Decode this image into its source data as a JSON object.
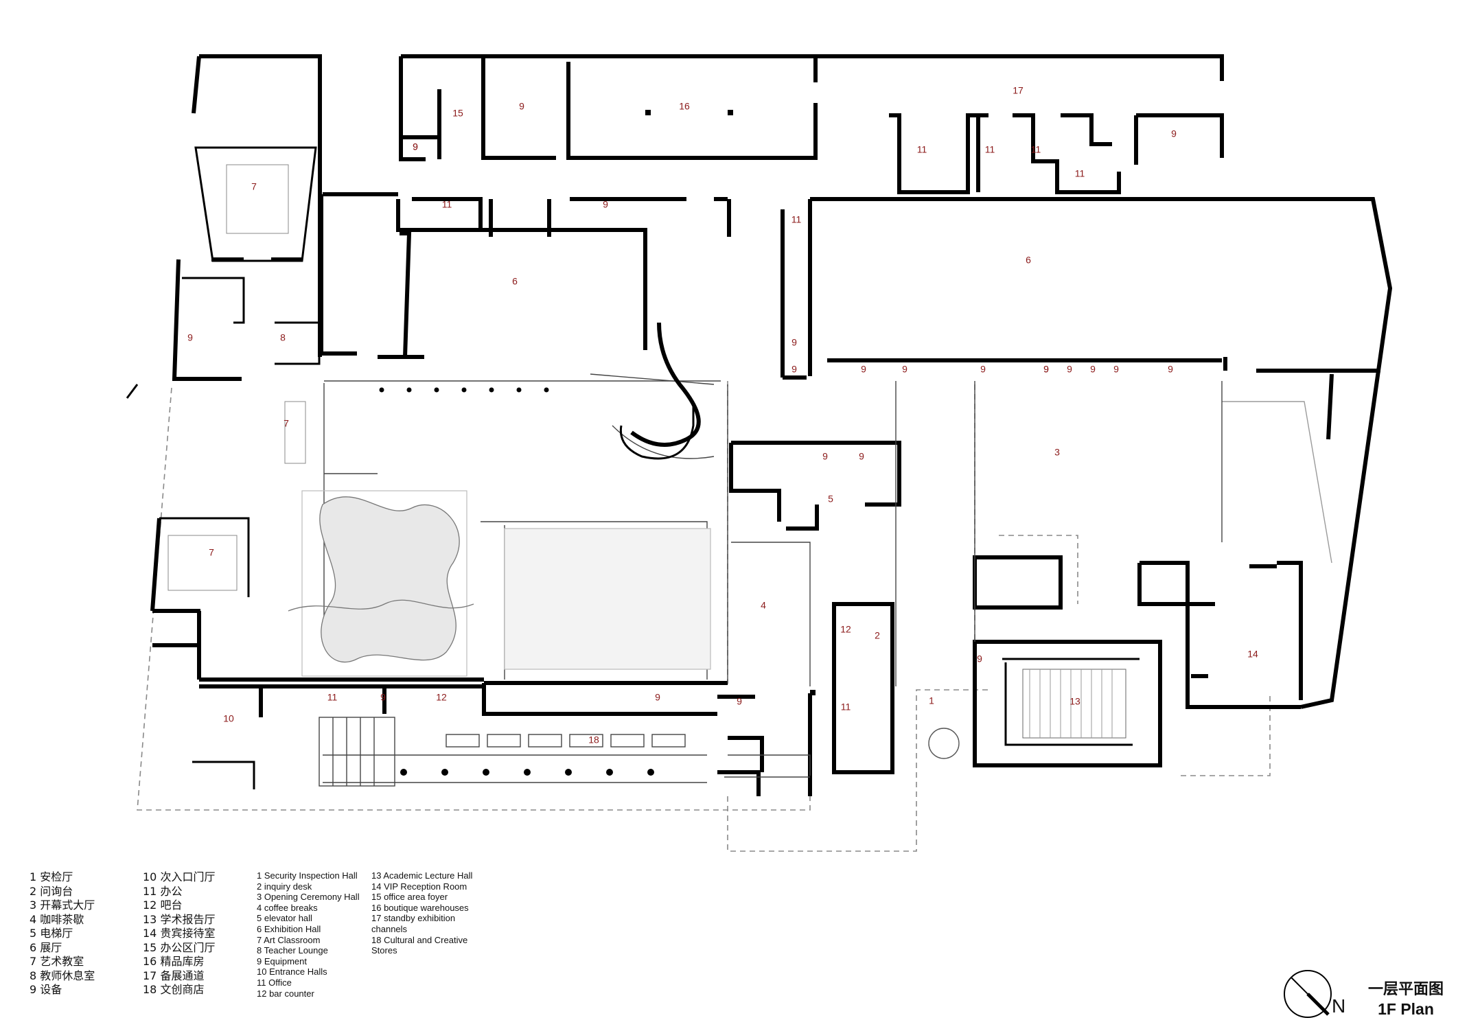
{
  "plan": {
    "title_cn": "一层平面图",
    "title_en": "1F Plan",
    "north_label": "N"
  },
  "room_tags": [
    {
      "id": "r9a",
      "label": "9"
    },
    {
      "id": "r15",
      "label": "15"
    },
    {
      "id": "r9b",
      "label": "9"
    },
    {
      "id": "r16",
      "label": "16"
    },
    {
      "id": "r17",
      "label": "17"
    },
    {
      "id": "r11a",
      "label": "11"
    },
    {
      "id": "r11b",
      "label": "11"
    },
    {
      "id": "r11c",
      "label": "11"
    },
    {
      "id": "r11d",
      "label": "11"
    },
    {
      "id": "r9c",
      "label": "9"
    },
    {
      "id": "r9d",
      "label": "9"
    },
    {
      "id": "r7a",
      "label": "7"
    },
    {
      "id": "r11e",
      "label": "11"
    },
    {
      "id": "r9e",
      "label": "9"
    },
    {
      "id": "r6a",
      "label": "6"
    },
    {
      "id": "r11f",
      "label": "11"
    },
    {
      "id": "r6b",
      "label": "6"
    },
    {
      "id": "r9f",
      "label": "9"
    },
    {
      "id": "r8",
      "label": "8"
    },
    {
      "id": "r9g",
      "label": "9"
    },
    {
      "id": "r9h",
      "label": "9"
    },
    {
      "id": "r9i",
      "label": "9"
    },
    {
      "id": "r9j",
      "label": "9"
    },
    {
      "id": "r9k",
      "label": "9"
    },
    {
      "id": "r9l",
      "label": "9"
    },
    {
      "id": "r9m",
      "label": "9"
    },
    {
      "id": "r9n",
      "label": "9"
    },
    {
      "id": "r9o",
      "label": "9"
    },
    {
      "id": "r9p",
      "label": "9"
    },
    {
      "id": "r9q",
      "label": "9"
    },
    {
      "id": "r7b",
      "label": "7"
    },
    {
      "id": "r3",
      "label": "3"
    },
    {
      "id": "r9r",
      "label": "9"
    },
    {
      "id": "r9s",
      "label": "9"
    },
    {
      "id": "r5",
      "label": "5"
    },
    {
      "id": "r7c",
      "label": "7"
    },
    {
      "id": "r4",
      "label": "4"
    },
    {
      "id": "r12a",
      "label": "12"
    },
    {
      "id": "r2",
      "label": "2"
    },
    {
      "id": "r14",
      "label": "14"
    },
    {
      "id": "r9t",
      "label": "9"
    },
    {
      "id": "r10",
      "label": "10"
    },
    {
      "id": "r11g",
      "label": "11"
    },
    {
      "id": "r9u",
      "label": "9"
    },
    {
      "id": "r12b",
      "label": "12"
    },
    {
      "id": "r9v",
      "label": "9"
    },
    {
      "id": "r9w",
      "label": "9"
    },
    {
      "id": "r1",
      "label": "1"
    },
    {
      "id": "r13",
      "label": "13"
    },
    {
      "id": "r11h",
      "label": "11"
    },
    {
      "id": "r18",
      "label": "18"
    }
  ],
  "legend_cn_col1": [
    "1 安检厅",
    "2 问询台",
    "3 开幕式大厅",
    "4 咖啡茶歇",
    "5 电梯厅",
    "6 展厅",
    "7 艺术教室",
    "8 教师休息室",
    "9 设备"
  ],
  "legend_cn_col2": [
    "10 次入口门厅",
    "11 办公",
    "12 吧台",
    "13 学术报告厅",
    "14 贵宾接待室",
    "15 办公区门厅",
    "16 精品库房",
    "17 备展通道",
    "18 文创商店"
  ],
  "legend_en_col1": [
    "1 Security Inspection Hall",
    "2 inquiry desk",
    "3 Opening Ceremony Hall",
    "4 coffee breaks",
    "5 elevator hall",
    "6 Exhibition Hall",
    "7 Art Classroom",
    "8 Teacher Lounge",
    "9 Equipment",
    "10 Entrance Halls",
    "11 Office",
    "12 bar counter"
  ],
  "legend_en_col2": [
    "13 Academic Lecture Hall",
    "14 VIP Reception Room",
    "15 office area foyer",
    "16 boutique warehouses",
    "17  standby  exhibition",
    "channels",
    "18  Cultural  and  Creative",
    "Stores"
  ]
}
